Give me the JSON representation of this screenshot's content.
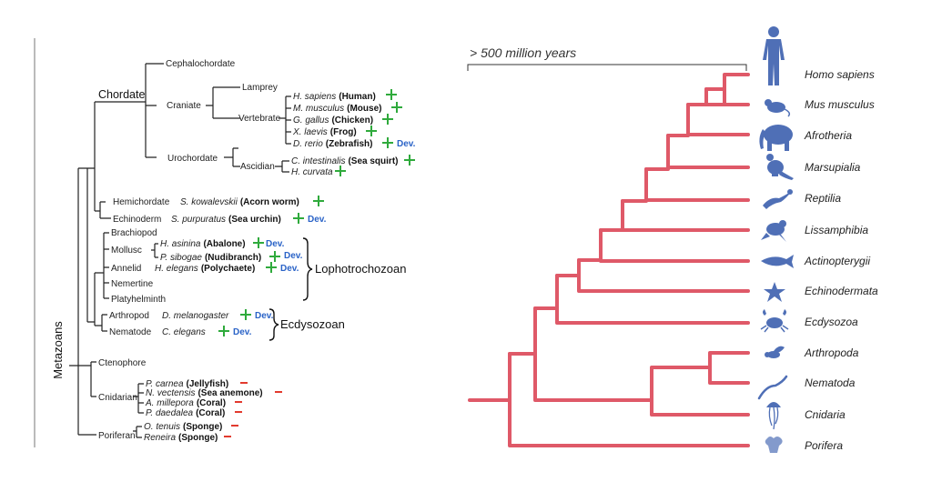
{
  "left_tree": {
    "root_label": "Metazoans",
    "groups": {
      "chordate": "Chordate",
      "cephalochordate": "Cephalochordate",
      "craniate": "Craniate",
      "lamprey": "Lamprey",
      "vertebrate": "Vertebrate",
      "urochordate": "Urochordate",
      "ascidian": "Ascidian",
      "hemichordate": "Hemichordate",
      "echinoderm": "Echinoderm",
      "brachiopod": "Brachiopod",
      "mollusc": "Mollusc",
      "annelid": "Annelid",
      "nemertine": "Nemertine",
      "platyhelminth": "Platyhelminth",
      "arthropod": "Arthropod",
      "nematode": "Nematode",
      "ctenophore": "Ctenophore",
      "cnidarian": "Cnidarian",
      "poriferan": "Poriferan",
      "lophotrochozoan": "Lophotrochozoan",
      "ecdysozoan": "Ecdysozoan"
    },
    "species": {
      "hsap": {
        "sci": "H. sapiens",
        "common": "(Human)"
      },
      "mmus": {
        "sci": "M. musculus",
        "common": "(Mouse)"
      },
      "ggal": {
        "sci": "G. gallus",
        "common": "(Chicken)"
      },
      "xlae": {
        "sci": "X. laevis",
        "common": "(Frog)"
      },
      "drer": {
        "sci": "D. rerio",
        "common": "(Zebrafish)"
      },
      "cint": {
        "sci": "C. intestinalis",
        "common": "(Sea squirt)"
      },
      "hcur": {
        "sci": "H. curvata",
        "common": ""
      },
      "skow": {
        "sci": "S. kowalevskii",
        "common": "(Acorn worm)"
      },
      "spur": {
        "sci": "S. purpuratus",
        "common": "(Sea urchin)"
      },
      "hasi": {
        "sci": "H. asinina",
        "common": "(Abalone)"
      },
      "psib": {
        "sci": "P. sibogae",
        "common": "(Nudibranch)"
      },
      "hele": {
        "sci": "H. elegans",
        "common": "(Polychaete)"
      },
      "dmel": {
        "sci": "D. melanogaster",
        "common": ""
      },
      "cele": {
        "sci": "C. elegans",
        "common": ""
      },
      "pcar": {
        "sci": "P. carnea",
        "common": "(Jellyfish)"
      },
      "nvec": {
        "sci": "N. vectensis",
        "common": "(Sea anemone)"
      },
      "amil": {
        "sci": "A. millepora",
        "common": "(Coral)"
      },
      "pdae": {
        "sci": "P. daedalea",
        "common": "(Coral)"
      },
      "oten": {
        "sci": "O. tenuis",
        "common": "(Sponge)"
      },
      "reni": {
        "sci": "Reneira",
        "common": "(Sponge)"
      }
    },
    "dev_label": "Dev."
  },
  "right_tree": {
    "timescale_label": "> 500 million years",
    "taxa": [
      "Homo sapiens",
      "Mus musculus",
      "Afrotheria",
      "Marsupialia",
      "Reptilia",
      "Lissamphibia",
      "Actinopterygii",
      "Echinodermata",
      "Ecdysozoa",
      "Arthropoda",
      "Nematoda",
      "Cnidaria",
      "Porifera"
    ],
    "colors": {
      "branch": "#df5968",
      "silhouette": "#4f6fb6"
    }
  }
}
